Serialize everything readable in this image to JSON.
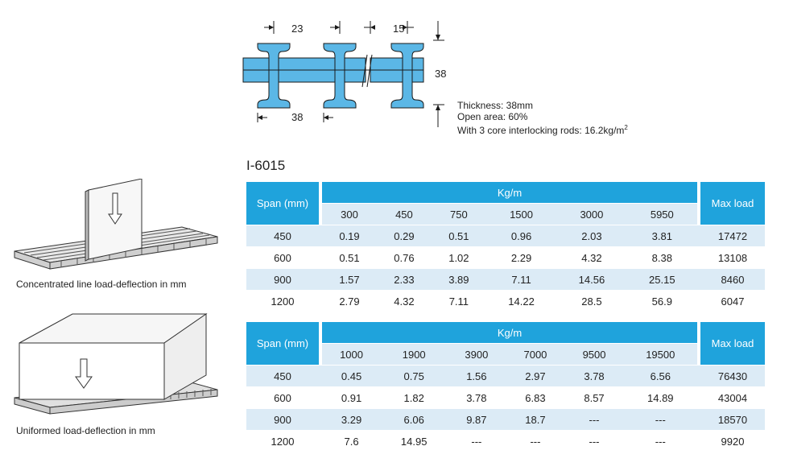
{
  "profile": {
    "dim_top_left": "23",
    "dim_top_right": "15",
    "dim_right": "38",
    "dim_bottom": "38",
    "fill_color": "#5bb7e6",
    "stroke_color": "#1a1a1a"
  },
  "specs": {
    "thickness": "Thickness: 38mm",
    "open_area": "Open area: 60%",
    "rods": "With 3 core interlocking rods: 16.2kg/m",
    "rods_sup": "2"
  },
  "model": "I-6015",
  "colors": {
    "header": "#1fa3dc",
    "row_alt": "#dcebf6"
  },
  "table1": {
    "span_label": "Span (mm)",
    "group_label": "Kg/m",
    "max_label": "Max load",
    "loads": [
      "300",
      "450",
      "750",
      "1500",
      "3000",
      "5950"
    ],
    "rows": [
      {
        "span": "450",
        "values": [
          "0.19",
          "0.29",
          "0.51",
          "0.96",
          "2.03",
          "3.81"
        ],
        "max": "17472"
      },
      {
        "span": "600",
        "values": [
          "0.51",
          "0.76",
          "1.02",
          "2.29",
          "4.32",
          "8.38"
        ],
        "max": "13108"
      },
      {
        "span": "900",
        "values": [
          "1.57",
          "2.33",
          "3.89",
          "7.11",
          "14.56",
          "25.15"
        ],
        "max": "8460"
      },
      {
        "span": "1200",
        "values": [
          "2.79",
          "4.32",
          "7.11",
          "14.22",
          "28.5",
          "56.9"
        ],
        "max": "6047"
      }
    ]
  },
  "table2": {
    "span_label": "Span (mm)",
    "group_label": "Kg/m",
    "max_label": "Max load",
    "loads": [
      "1000",
      "1900",
      "3900",
      "7000",
      "9500",
      "19500"
    ],
    "rows": [
      {
        "span": "450",
        "values": [
          "0.45",
          "0.75",
          "1.56",
          "2.97",
          "3.78",
          "6.56"
        ],
        "max": "76430"
      },
      {
        "span": "600",
        "values": [
          "0.91",
          "1.82",
          "3.78",
          "6.83",
          "8.57",
          "14.89"
        ],
        "max": "43004"
      },
      {
        "span": "900",
        "values": [
          "3.29",
          "6.06",
          "9.87",
          "18.7",
          "---",
          "---"
        ],
        "max": "18570"
      },
      {
        "span": "1200",
        "values": [
          "7.6",
          "14.95",
          "---",
          "---",
          "---",
          "---"
        ],
        "max": "9920"
      }
    ]
  },
  "captions": {
    "line_load": "Concentrated line load-deflection in mm",
    "uniform_load": "Uniformed load-deflection in mm"
  }
}
